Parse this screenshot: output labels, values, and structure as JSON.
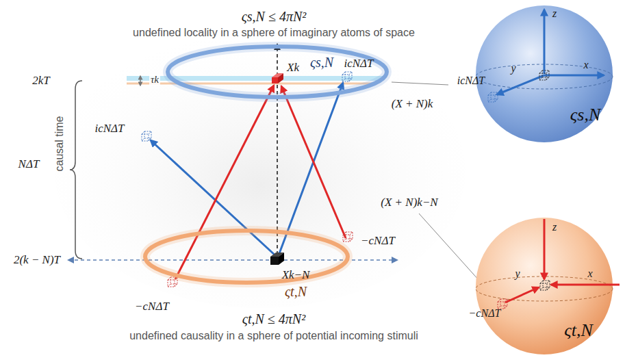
{
  "diagram": {
    "nodes": [
      {
        "text": [
          "ςs,N"
        ]
      },
      {
        "text": [
          "ςt,N"
        ]
      },
      {
        "text": [
          "ςs,N"
        ]
      },
      {
        "text": [
          "ςt,N"
        ]
      }
    ],
    "labels": [
      "ςs,N ≤ 4πN²",
      "undefined locality in a sphere of imaginary atoms of space",
      "2kT",
      "τk",
      "Xk",
      "icNΔT",
      "icNΔT",
      "(X + N)k",
      "causal time",
      "NΔT",
      "(X + N)k−N",
      "2(k − N)T",
      "Xk−N",
      "−cNΔT",
      "−cNΔT",
      "ςt,N ≤ 4πN²",
      "undefined causality in a sphere of potential incoming stimuli",
      "z",
      "y",
      "x",
      "icNΔT",
      "z",
      "y",
      "x",
      "−cNΔT"
    ]
  }
}
